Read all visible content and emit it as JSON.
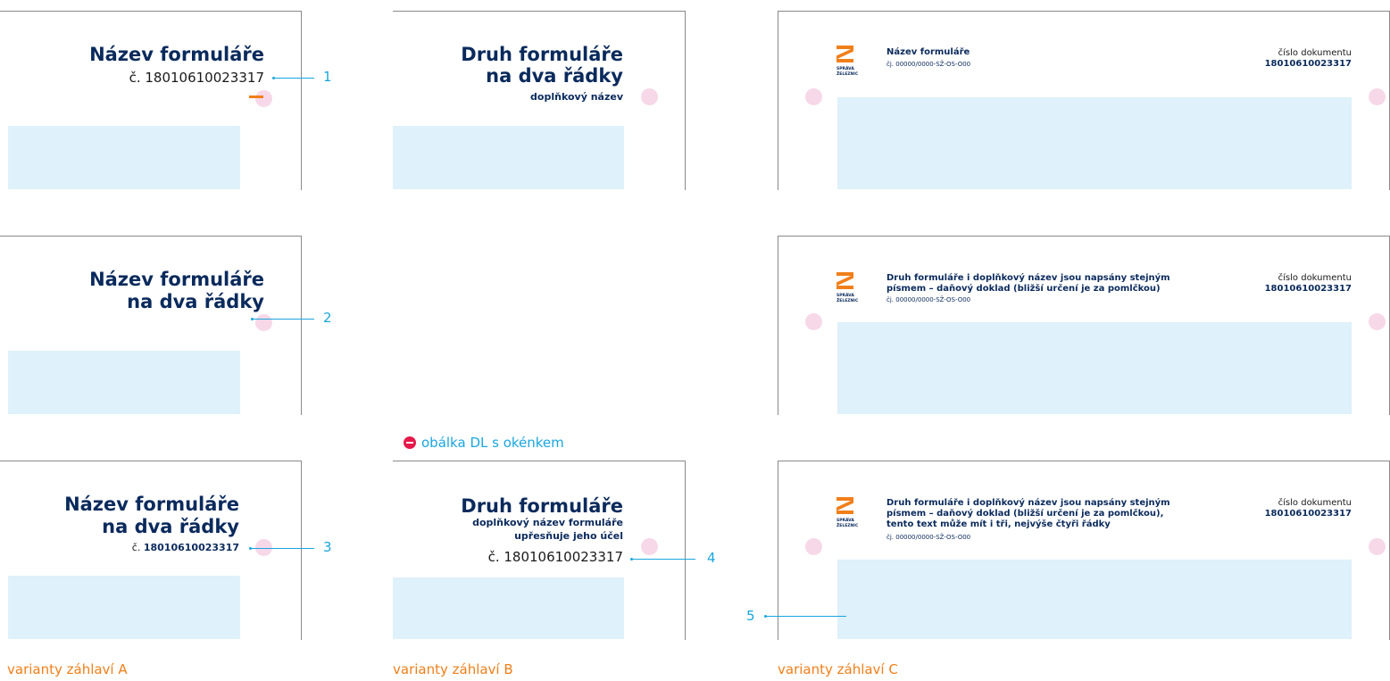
{
  "variant_a": {
    "caption": "varianty záhlaví A",
    "panel1": {
      "title": "Název formuláře",
      "doc_no": "č. 18010610023317",
      "marker": "1"
    },
    "panel2": {
      "title_line1": "Název formuláře",
      "title_line2": "na dva řádky",
      "marker": "2"
    },
    "panel3": {
      "title_line1": "Název formuláře",
      "title_line2": "na dva řádky",
      "doc_prefix": "č. ",
      "doc_number": "18010610023317",
      "marker": "3"
    }
  },
  "variant_b": {
    "caption": "varianty záhlaví B",
    "panel1": {
      "title_line1": "Druh formuláře",
      "title_line2": "na dva řádky",
      "subtitle": "doplňkový název"
    },
    "envelope_note": "obálka DL s okénkem",
    "panel3": {
      "title": "Druh formuláře",
      "subtitle_line1": "doplňkový název formuláře",
      "subtitle_line2": "upřesňuje jeho účel",
      "doc_no": "č. 18010610023317",
      "marker": "4"
    }
  },
  "variant_c": {
    "caption": "varianty záhlaví C",
    "logo": {
      "line1": "SPRÁVA",
      "line2": "ŽELEZNIC"
    },
    "doc_label": "číslo dokumentu",
    "doc_number": "18010610023317",
    "panel1": {
      "title": "Název formuláře",
      "ref": "čj. 00000/0000-SŽ-OS-O00"
    },
    "panel2": {
      "title_line1": "Druh formuláře i doplňkový název jsou napsány stejným",
      "title_line2": "písmem – daňový doklad (bližší určení je za pomlčkou)",
      "ref": "čj. 00000/0000-SŽ-OS-O00"
    },
    "panel3": {
      "title_line1": "Druh formuláře i doplňkový název jsou napsány stejným",
      "title_line2": "písmem – daňový doklad (bližší určení je za pomlčkou),",
      "title_line3": "tento text může mít i tři, nejvýše čtyři řádky",
      "ref": "čj. 00000/0000-SŽ-OS-O00",
      "marker": "5"
    }
  },
  "colors": {
    "navy": "#0a2a5c",
    "orange": "#f07f1a",
    "cyan": "#1aa6df",
    "light_blue": "#dff1fa",
    "pink": "#f7d8e8"
  }
}
